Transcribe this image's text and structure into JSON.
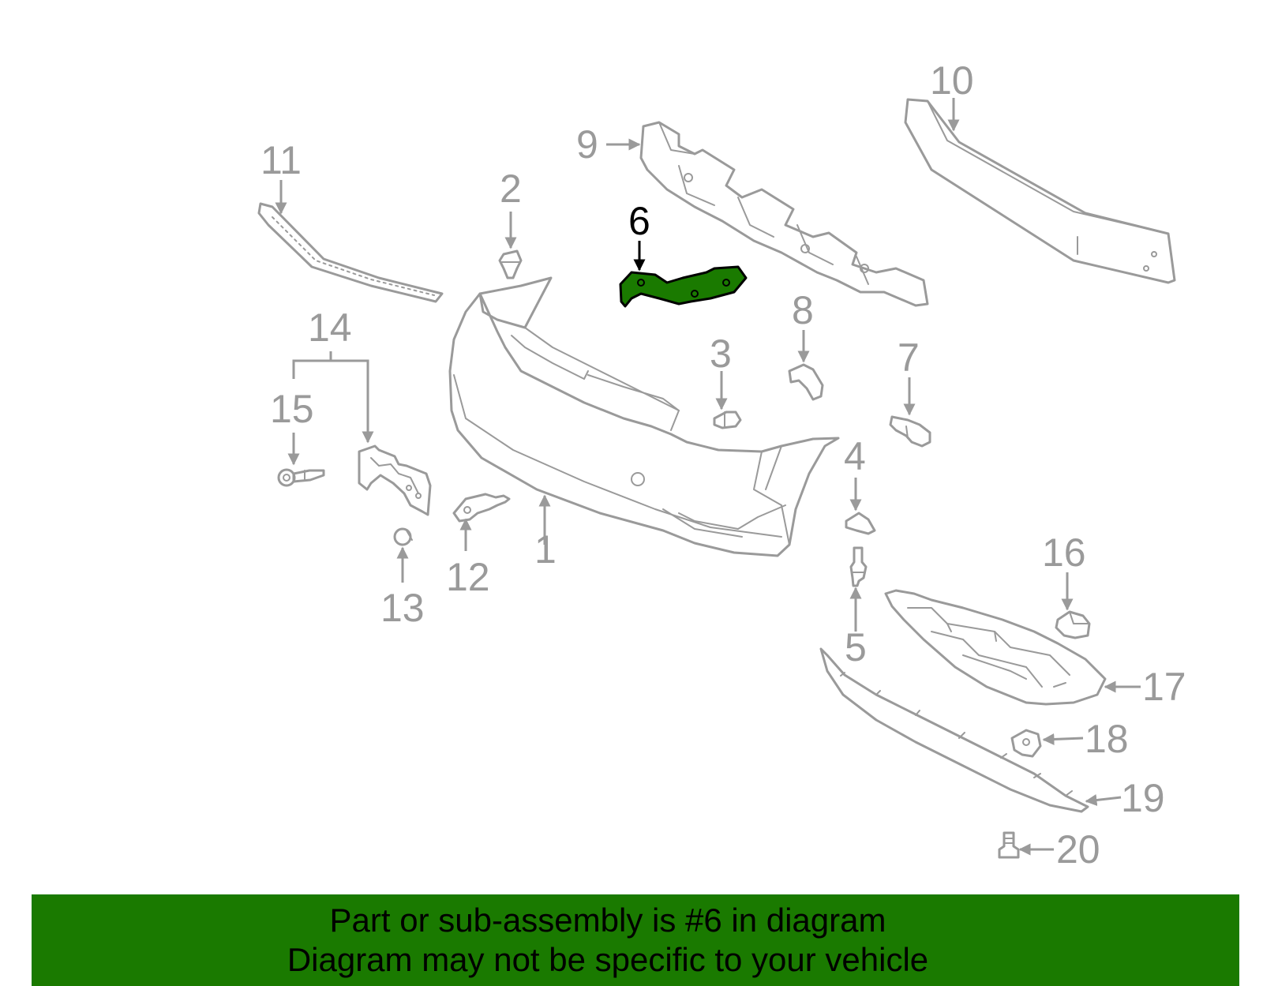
{
  "diagram": {
    "highlighted_part": "6",
    "callouts": {
      "c1": "1",
      "c2": "2",
      "c3": "3",
      "c4": "4",
      "c5": "5",
      "c6": "6",
      "c7": "7",
      "c8": "8",
      "c9": "9",
      "c10": "10",
      "c11": "11",
      "c12": "12",
      "c13": "13",
      "c14": "14",
      "c15": "15",
      "c16": "16",
      "c17": "17",
      "c18": "18",
      "c19": "19",
      "c20": "20"
    },
    "colors": {
      "part_line": "#9a9a9a",
      "highlight": "#1a7a00",
      "banner": "#1a7a00"
    }
  },
  "banner": {
    "line1": "Part or sub-assembly is #6 in diagram",
    "line2": "Diagram may not be specific to your vehicle"
  }
}
